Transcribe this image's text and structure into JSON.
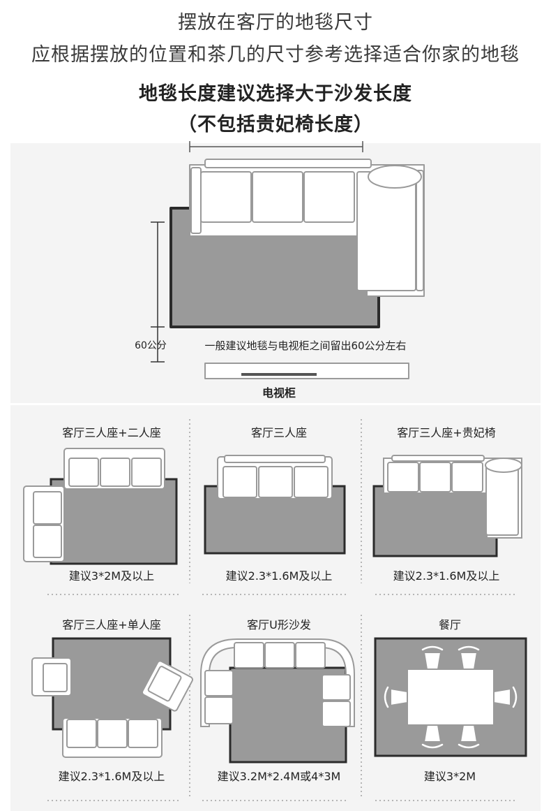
{
  "header": {
    "line1": "摆放在客厅的地毯尺寸",
    "line2": "应根据摆放的位置和茶几的尺寸参考选择适合你家的地毯",
    "line3": "地毯长度建议选择大于沙发长度",
    "line4": "（不包括贵妃椅长度）"
  },
  "main_diagram": {
    "distance_label": "60公分",
    "note": "一般建议地毯与电视柜之间留出60公分左右",
    "tv_cabinet_label": "电视柜"
  },
  "layouts": [
    {
      "title": "客厅三人座+二人座",
      "size": "建议3*2M及以上"
    },
    {
      "title": "客厅三人座",
      "size": "建议2.3*1.6M及以上"
    },
    {
      "title": "客厅三人座+贵妃椅",
      "size": "建议2.3*1.6M及以上"
    },
    {
      "title": "客厅三人座+单人座",
      "size": "建议2.3*1.6M及以上"
    },
    {
      "title": "客厅U形沙发",
      "size": "建议3.2M*2.4M或4*3M"
    },
    {
      "title": "餐厅",
      "size": "建议3*2M"
    }
  ],
  "colors": {
    "panel_bg": "#f4f4f4",
    "rug_fill": "#9a9a9a",
    "rug_border": "#2b2b2b",
    "sofa_fill": "#ffffff",
    "sofa_stroke": "#9a9a9a"
  }
}
